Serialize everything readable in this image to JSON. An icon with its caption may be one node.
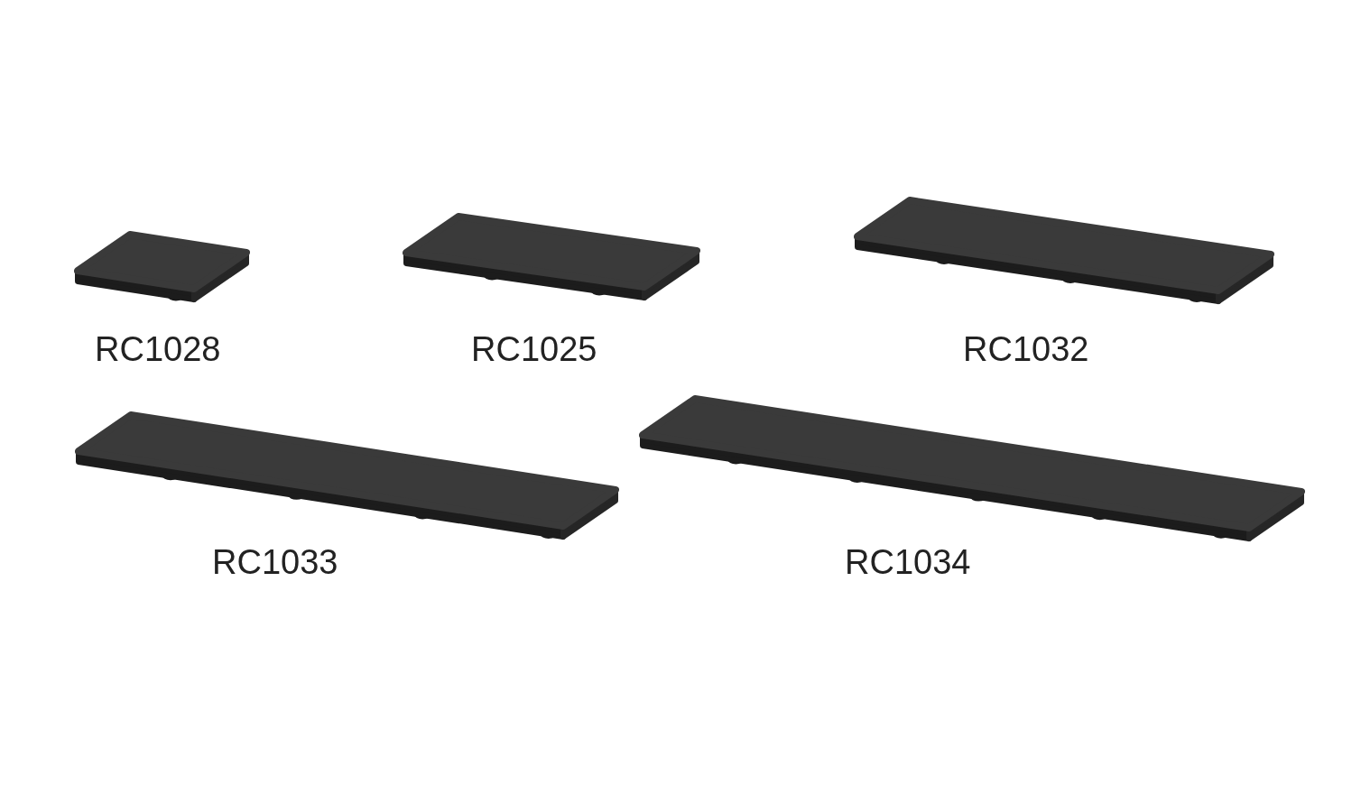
{
  "diagram": {
    "labels": [
      "RC1028",
      "RC1025",
      "RC1032",
      "RC1033",
      "RC1034"
    ]
  }
}
